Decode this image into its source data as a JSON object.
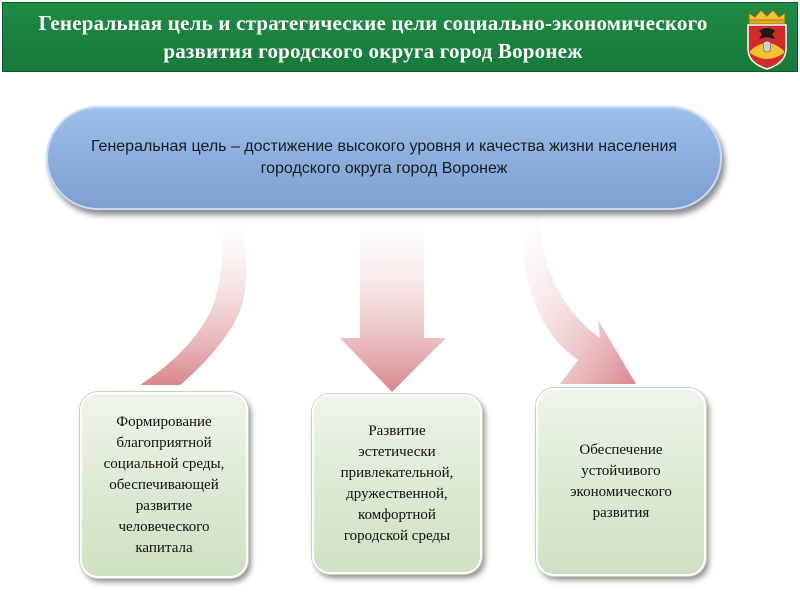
{
  "header": {
    "title_line1": "Генеральная цель и стратегические цели социально-экономического",
    "title_line2": "развития городского округа город Воронеж",
    "coat_icon": "coat-of-arms-icon",
    "background_color": "#1f8a45"
  },
  "general_goal": {
    "line1": "Генеральная цель – достижение высокого уровня и качества жизни населения",
    "line2": "городского округа город Воронеж"
  },
  "strategic_goals": [
    {
      "lines": [
        "Формирование",
        "благоприятной",
        "социальной среды,",
        "обеспечивающей",
        "развитие",
        "человеческого",
        "капитала"
      ]
    },
    {
      "lines": [
        "Развитие",
        "эстетически",
        "привлекательной,",
        "дружественной,",
        "комфортной",
        "городской среды"
      ]
    },
    {
      "lines": [
        "Обеспечение",
        "устойчивого",
        "экономического",
        "развития"
      ]
    }
  ],
  "colors": {
    "goal_box": "#8eb0df",
    "sub_box": "#dbe9d2",
    "arrow": "#d9868c"
  }
}
